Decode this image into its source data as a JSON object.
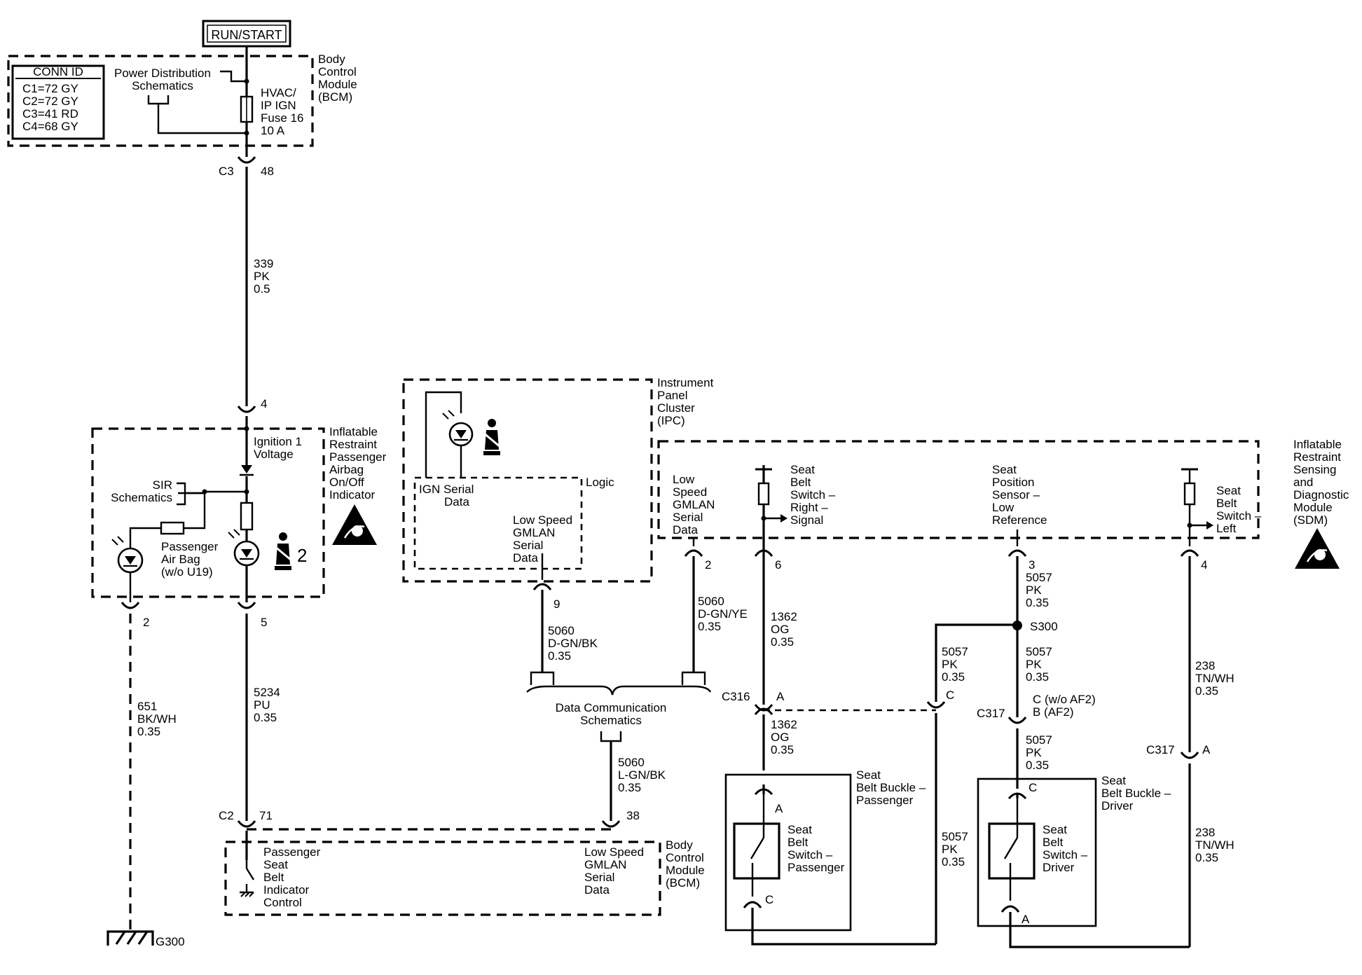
{
  "run_start": "RUN/START",
  "conn_id": {
    "title": "CONN ID",
    "rows": [
      "C1=72 GY",
      "C2=72 GY",
      "C3=41 RD",
      "C4=68 GY"
    ]
  },
  "bcm_top": {
    "power_dist": [
      "Power Distribution",
      "Schematics"
    ],
    "fuse": [
      "HVAC/",
      "IP IGN",
      "Fuse 16",
      "10 A"
    ],
    "name": [
      "Body",
      "Control",
      "Module",
      "(BCM)"
    ],
    "conn": "C3",
    "pin": "48"
  },
  "wire_339": [
    "339",
    "PK",
    "0.5"
  ],
  "airbag_module": {
    "pin_in": "4",
    "ignition": [
      "Ignition 1",
      "Voltage"
    ],
    "sir": [
      "SIR",
      "Schematics"
    ],
    "passenger_airbag": [
      "Passenger",
      "Air Bag",
      "(w/o U19)"
    ],
    "name": [
      "Inflatable",
      "Restraint",
      "Passenger",
      "Airbag",
      "On/Off",
      "Indicator"
    ],
    "icon_num": "2",
    "pin_left": "2",
    "pin_right": "5"
  },
  "wire_651": [
    "651",
    "BK/WH",
    "0.35"
  ],
  "wire_5234": [
    "5234",
    "PU",
    "0.35"
  ],
  "ground": "G300",
  "ipc": {
    "name": [
      "Instrument",
      "Panel",
      "Cluster",
      "(IPC)"
    ],
    "logic": "Logic",
    "ign_serial": [
      "IGN Serial",
      "Data"
    ],
    "low_speed": [
      "Low Speed",
      "GMLAN",
      "Serial",
      "Data"
    ],
    "pin": "9"
  },
  "wire_5060_bk": [
    "5060",
    "D-GN/BK",
    "0.35"
  ],
  "wire_5060_ye": [
    "5060",
    "D-GN/YE",
    "0.35"
  ],
  "data_comm": [
    "Data Communication",
    "Schematics"
  ],
  "wire_5060_lgn": [
    "5060",
    "L-GN/BK",
    "0.35"
  ],
  "bcm_bottom": {
    "conn": "C2",
    "pin_left": "71",
    "pin_right": "38",
    "pass_seat": [
      "Passenger",
      "Seat",
      "Belt",
      "Indicator",
      "Control"
    ],
    "low_speed": [
      "Low Speed",
      "GMLAN",
      "Serial",
      "Data"
    ],
    "name": [
      "Body",
      "Control",
      "Module",
      "(BCM)"
    ]
  },
  "sdm": {
    "name": [
      "Inflatable",
      "Restraint",
      "Sensing",
      "and",
      "Diagnostic",
      "Module",
      "(SDM)"
    ],
    "low_speed": [
      "Low",
      "Speed",
      "GMLAN",
      "Serial",
      "Data"
    ],
    "right_signal": [
      "Seat",
      "Belt",
      "Switch –",
      "Right –",
      "Signal"
    ],
    "position": [
      "Seat",
      "Position",
      "Sensor –",
      "Low",
      "Reference"
    ],
    "left": [
      "Seat",
      "Belt",
      "Switch –",
      "Left"
    ],
    "pin_2": "2",
    "pin_6": "6",
    "pin_3": "3",
    "pin_4": "4"
  },
  "wire_1362_a": [
    "1362",
    "OG",
    "0.35"
  ],
  "wire_1362_b": [
    "1362",
    "OG",
    "0.35"
  ],
  "wire_5057_a": [
    "5057",
    "PK",
    "0.35"
  ],
  "wire_5057_b": [
    "5057",
    "PK",
    "0.35"
  ],
  "wire_5057_c": [
    "5057",
    "PK",
    "0.35"
  ],
  "wire_5057_d": [
    "5057",
    "PK",
    "0.35"
  ],
  "wire_5057_e": [
    "5057",
    "PK",
    "0.35"
  ],
  "wire_238_a": [
    "238",
    "TN/WH",
    "0.35"
  ],
  "wire_238_b": [
    "238",
    "TN/WH",
    "0.35"
  ],
  "splice": "S300",
  "c316": {
    "conn": "C316",
    "pin_a": "A",
    "pin_c": "C"
  },
  "c317_mid": {
    "conn": "C317",
    "pins": [
      "C (w/o AF2)",
      "B (AF2)"
    ]
  },
  "c317_right": {
    "conn": "C317",
    "pin": "A"
  },
  "buckle_pass": {
    "name": [
      "Seat",
      "Belt Buckle –",
      "Passenger"
    ],
    "switch": [
      "Seat",
      "Belt",
      "Switch –",
      "Passenger"
    ],
    "pin_top": "A",
    "pin_bottom": "C"
  },
  "buckle_driver": {
    "name": [
      "Seat",
      "Belt Buckle –",
      "Driver"
    ],
    "switch": [
      "Seat",
      "Belt",
      "Switch –",
      "Driver"
    ],
    "pin_top": "C",
    "pin_bottom": "A"
  }
}
